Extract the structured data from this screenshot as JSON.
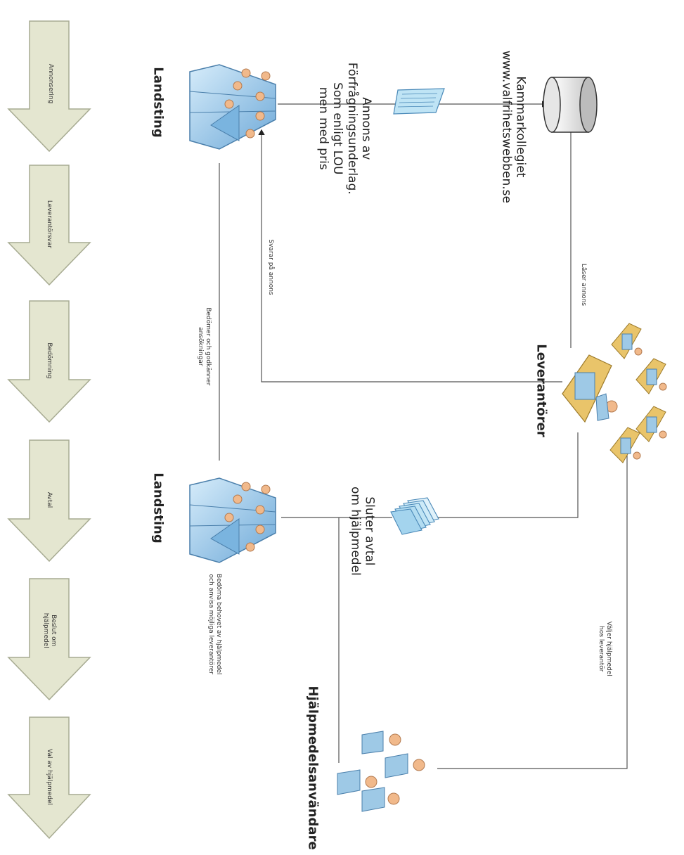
{
  "stages": [
    "Annonsering",
    "Leverantörsvar",
    "Bedömning",
    "Avtal",
    "Beslut om hjälpmedel",
    "Val av hjälpmedel"
  ],
  "nodes": {
    "kammarkollegiet": {
      "line1": "Kammarkollegiet",
      "line2": "www.valfrihetswebben.se"
    },
    "annons": {
      "line1": "Annons av",
      "line2": "Förfrågningsunderlag.",
      "line3": "Som enligt LOU",
      "line4": "men med pris"
    },
    "landsting_top": "Landsting",
    "landsting_bottom": "Landsting",
    "leverantorer": "Leverantörer",
    "sluter_avtal": {
      "line1": "Sluter avtal",
      "line2": "om hjälpmedel"
    },
    "hjalpmedelsanvandare": "Hjälpmedelsanvändare"
  },
  "edge_labels": {
    "laser_annons": "Läser annons",
    "svarar_pa_annons": "Svarar på annons",
    "bedomer": {
      "line1": "Bedömer och godkänner",
      "line2": "ansökningar"
    },
    "bedoma_behovet": {
      "line1": "Bedöma behovet av hjälpmedel",
      "line2": "och anvisa möjliga leverantörer"
    },
    "valjer": {
      "line1": "Väljer hjälpmedel",
      "line2": "hos leverantör"
    }
  },
  "colors": {
    "arrow_fill": "#e4e6d0",
    "arrow_stroke": "#a7ab92",
    "person_blue": "#9ec9e6",
    "person_head": "#f1b98b",
    "desk": "#e9c46a",
    "line": "#555555"
  }
}
